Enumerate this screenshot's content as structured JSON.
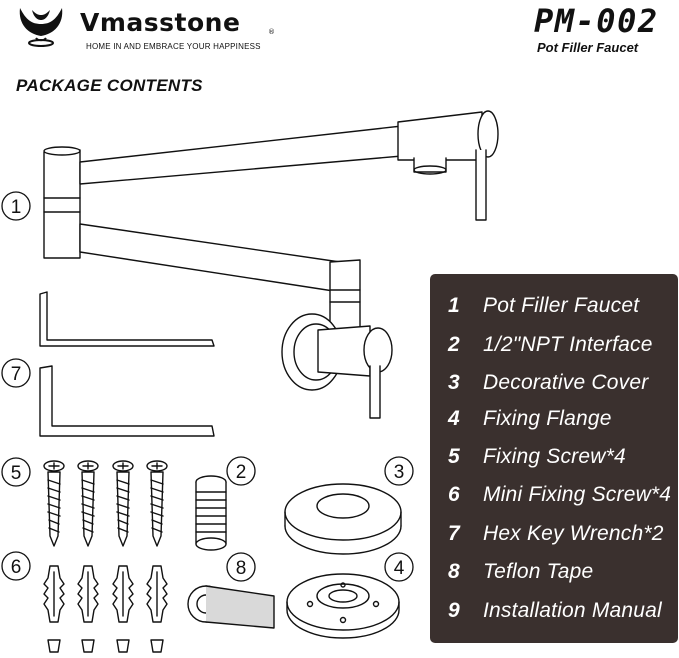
{
  "brand": {
    "name": "Vmasstone",
    "registered": "®",
    "tagline": "HOME IN AND EMBRACE YOUR HAPPINESS"
  },
  "product": {
    "model": "PM-002",
    "name": "Pot Filler Faucet"
  },
  "section_title": "PACKAGE CONTENTS",
  "callouts": [
    "1",
    "7",
    "5",
    "2",
    "3",
    "6",
    "8",
    "4"
  ],
  "contents": [
    {
      "num": "1",
      "label": "Pot Filler Faucet"
    },
    {
      "num": "2",
      "label": "1/2\"NPT Interface"
    },
    {
      "num": "3",
      "label": "Decorative Cover"
    },
    {
      "num": "4",
      "label": "Fixing Flange"
    },
    {
      "num": "5",
      "label": "Fixing Screw*4"
    },
    {
      "num": "6",
      "label": "Mini Fixing Screw*4"
    },
    {
      "num": "7",
      "label": "Hex Key Wrench*2"
    },
    {
      "num": "8",
      "label": "Teflon Tape"
    },
    {
      "num": "9",
      "label": "Installation Manual"
    }
  ],
  "colors": {
    "panel_bg": "#3a302e",
    "panel_text": "#ffffff",
    "line_art": "#111111"
  }
}
